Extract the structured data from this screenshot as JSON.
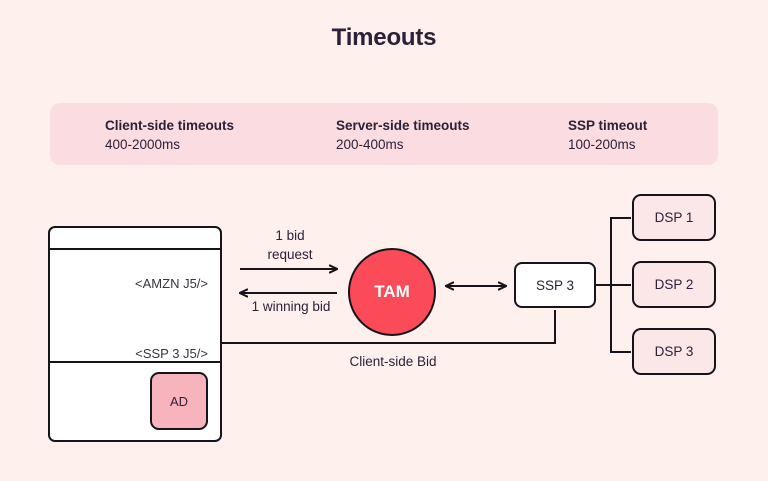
{
  "page": {
    "title": "Timeouts",
    "background_color": "#FDF0ED"
  },
  "banner": {
    "background_color": "#FBDCE0",
    "columns": [
      {
        "title": "Client-side timeouts",
        "value": "400-2000ms"
      },
      {
        "title": "Server-side timeouts",
        "value": "200-400ms"
      },
      {
        "title": "SSP timeout",
        "value": "100-200ms"
      }
    ]
  },
  "diagram": {
    "browser": {
      "scripts": [
        {
          "label": "<AMZN J5/>"
        },
        {
          "label": "<SSP 3 J5/>"
        }
      ],
      "ad_slot": {
        "label": "AD",
        "color": "#F8B4BC"
      }
    },
    "tam": {
      "label": "TAM",
      "color": "#FB4A58",
      "text_color": "#FFFFFF"
    },
    "ssp": {
      "label": "SSP 3"
    },
    "dsps": [
      {
        "label": "DSP 1"
      },
      {
        "label": "DSP 2"
      },
      {
        "label": "DSP 3"
      }
    ],
    "edges": {
      "bid_request": "1 bid\nrequest",
      "bid_request_line1": "1 bid",
      "bid_request_line2": "request",
      "winning_bid": "1 winning bid",
      "client_side_bid": "Client-side Bid"
    }
  }
}
